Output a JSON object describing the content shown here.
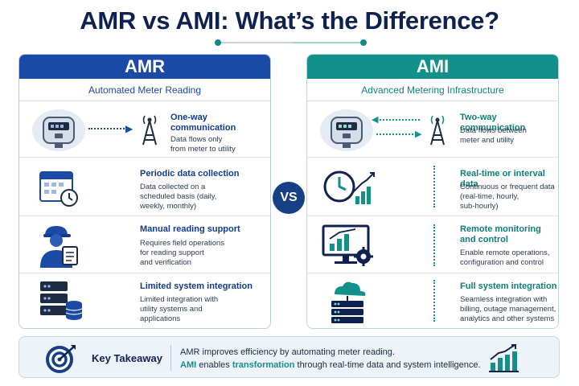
{
  "title": "AMR vs AMI: What’s the Difference?",
  "vs_label": "VS",
  "amr": {
    "name": "AMR",
    "subtitle": "Automated Meter Reading",
    "rows": [
      {
        "icon": "meter-icon",
        "heading_l1": "One-way",
        "heading_l2": "communication",
        "d1": "Data flows only",
        "d2": "from meter to utility",
        "d3": ""
      },
      {
        "icon": "calendar-clock-icon",
        "heading_l1": "Periodic data collection",
        "heading_l2": "",
        "d1": "Data collected on a",
        "d2": "scheduled basis (daily,",
        "d3": "weekly, monthly)"
      },
      {
        "icon": "field-worker-icon",
        "heading_l1": "Manual reading support",
        "heading_l2": "",
        "d1": "Requires field operations",
        "d2": "for reading support",
        "d3": "and verification"
      },
      {
        "icon": "server-database-icon",
        "heading_l1": "Limited system integration",
        "heading_l2": "",
        "d1": "Limited integration with",
        "d2": "utility systems and",
        "d3": "applications"
      }
    ]
  },
  "ami": {
    "name": "AMI",
    "subtitle": "Advanced Metering Infrastructure",
    "rows": [
      {
        "icon": "meter-icon",
        "heading_l1": "Two-way communication",
        "heading_l2": "",
        "d1": "Data flows between",
        "d2": "meter and utility",
        "d3": ""
      },
      {
        "icon": "clock-chart-icon",
        "heading_l1": "Real-time or interval data",
        "heading_l2": "",
        "d1": "Continuous or frequent data",
        "d2": "(real-time, hourly,",
        "d3": "sub-hourly)"
      },
      {
        "icon": "monitor-gear-icon",
        "heading_l1": "Remote monitoring",
        "heading_l2": "and control",
        "d1": "Enable remote operations,",
        "d2": "configuration and control",
        "d3": ""
      },
      {
        "icon": "cloud-server-icon",
        "heading_l1": "Full system integration",
        "heading_l2": "",
        "d1": "Seamless integration with",
        "d2": "billing, outage management,",
        "d3": "analytics and other systems"
      }
    ]
  },
  "takeaway": {
    "label": "Key Takeaway",
    "line1": "AMR improves efficiency by automating meter reading.",
    "l2_ami": "AMI",
    "l2_a": " enables ",
    "l2_transform": "transformation",
    "l2_b": " through real-time data and system intelligence."
  },
  "colors": {
    "amr": "#1b4aa6",
    "ami": "#13908b",
    "title": "#0f2150"
  }
}
